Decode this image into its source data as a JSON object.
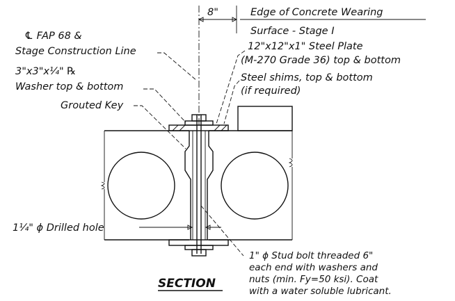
{
  "labels": {
    "dimension": "8\"",
    "edge_line1": "Edge of Concrete Wearing",
    "edge_line2": "Surface - Stage I",
    "cl_line1": "℄ FAP 68 &",
    "cl_line2": "Stage Construction Line",
    "plate_line1": "12\"x12\"x1\" Steel Plate",
    "plate_line2": "(M-270 Grade 36) top & bottom",
    "washer_line1": "3\"x3\"x¼\" ℞",
    "washer_line2": "Washer top & bottom",
    "shims_line1": "Steel shims, top & bottom",
    "shims_line2": "(if required)",
    "grouted_key": "Grouted Key",
    "drilled_hole": "1¼\" ϕ Drilled hole",
    "stud_line1": "1\" ϕ Stud bolt threaded 6\"",
    "stud_line2": "each end with washers and",
    "stud_line3": "nuts (min. Fy=50 ksi). Coat",
    "stud_line4": "with a water soluble lubricant.",
    "title": "SECTION"
  }
}
